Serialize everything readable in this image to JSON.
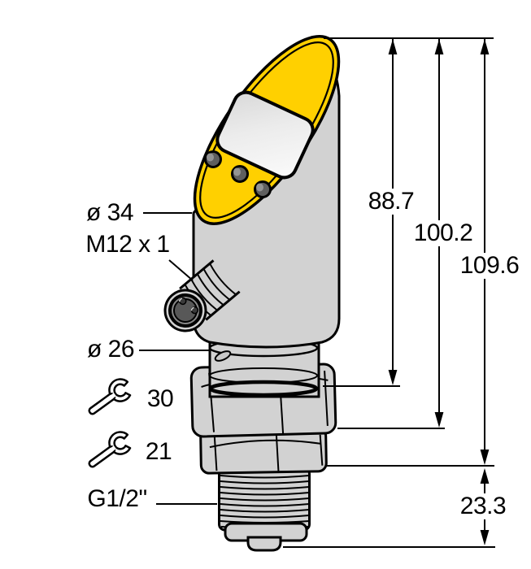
{
  "labels": {
    "head_diameter": "ø 34",
    "connector_thread": "M12 x 1",
    "neck_diameter": "ø 26",
    "wrench_size_upper": "30",
    "wrench_size_lower": "21",
    "process_thread": "G1/2\""
  },
  "dimensions": {
    "length_to_hex_top": "88.7",
    "length_to_hex_bottom": "100.2",
    "length_to_thread_start": "109.6",
    "thread_length": "23.3"
  },
  "icons": {
    "wrench_icon": "open-end wrench (spanner width symbol)"
  },
  "colors": {
    "head_yellow": "#FFD000",
    "metal_gray": "#D2D2D2",
    "display_gray": "#E9E9E9",
    "connector_dark": "#5A5A5A",
    "line_black": "#000000"
  }
}
